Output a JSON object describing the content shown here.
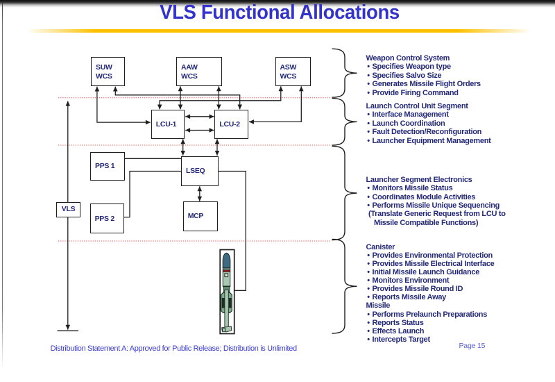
{
  "slide": {
    "title": "VLS Functional Allocations",
    "footer": "Distribution Statement A: Approved for Public Release; Distribution is Unlimited",
    "page_label": "Page 15"
  },
  "diagram": {
    "boxes": {
      "suw": "SUW\nWCS",
      "aaw": "AAW\nWCS",
      "asw": "ASW\nWCS",
      "lcu1": "LCU-1",
      "lcu2": "LCU-2",
      "pps1": "PPS 1",
      "pps2": "PPS 2",
      "lseq": "LSEQ",
      "mcp": "MCP",
      "vls": "VLS"
    }
  },
  "annotations": {
    "bullet_char": "•",
    "sections": [
      {
        "heading": "Weapon Control System",
        "items": [
          "Specifies Weapon type",
          "Specifies Salvo Size",
          "Generates Missile Flight Orders",
          "Provide Firing Command"
        ]
      },
      {
        "heading": "Launch Control Unit Segment",
        "items": [
          "Interface Management",
          "Launch Coordination",
          "Fault Detection/Reconfiguration",
          "Launcher Equipment Management"
        ]
      },
      {
        "heading": "Launcher Segment Electronics",
        "items": [
          "Monitors Missile Status",
          "Coordinates Module Activities",
          "Performs Missile Unique Sequencing"
        ],
        "continuation": [
          "(Translate Generic Request from LCU to",
          "Missile Compatible Functions)"
        ]
      },
      {
        "heading": "Canister",
        "items": [
          "Provides Environmental Protection",
          "Provides Missile Electrical Interface",
          "Initial Missile Launch Guidance",
          "Monitors Environment",
          "Provides Missile Round ID",
          "Reports Missile Away"
        ]
      },
      {
        "heading": "Missile",
        "items": [
          "Performs Prelaunch Preparations",
          "Reports Status",
          "Effects Launch",
          "Intercepts Target"
        ]
      }
    ]
  },
  "colors": {
    "title_blue": "#3333cc",
    "text_navy": "#232878",
    "gold_bar": "#ffc000",
    "divider_red": "#e05050",
    "line_black": "#1f1f1f",
    "missile_nose": "#3e6c84",
    "missile_body": "#a6c6b2",
    "missile_pod": "#7fa98c",
    "missile_slot": "#2f4a3a",
    "missile_band_red": "#9a1b1e"
  }
}
